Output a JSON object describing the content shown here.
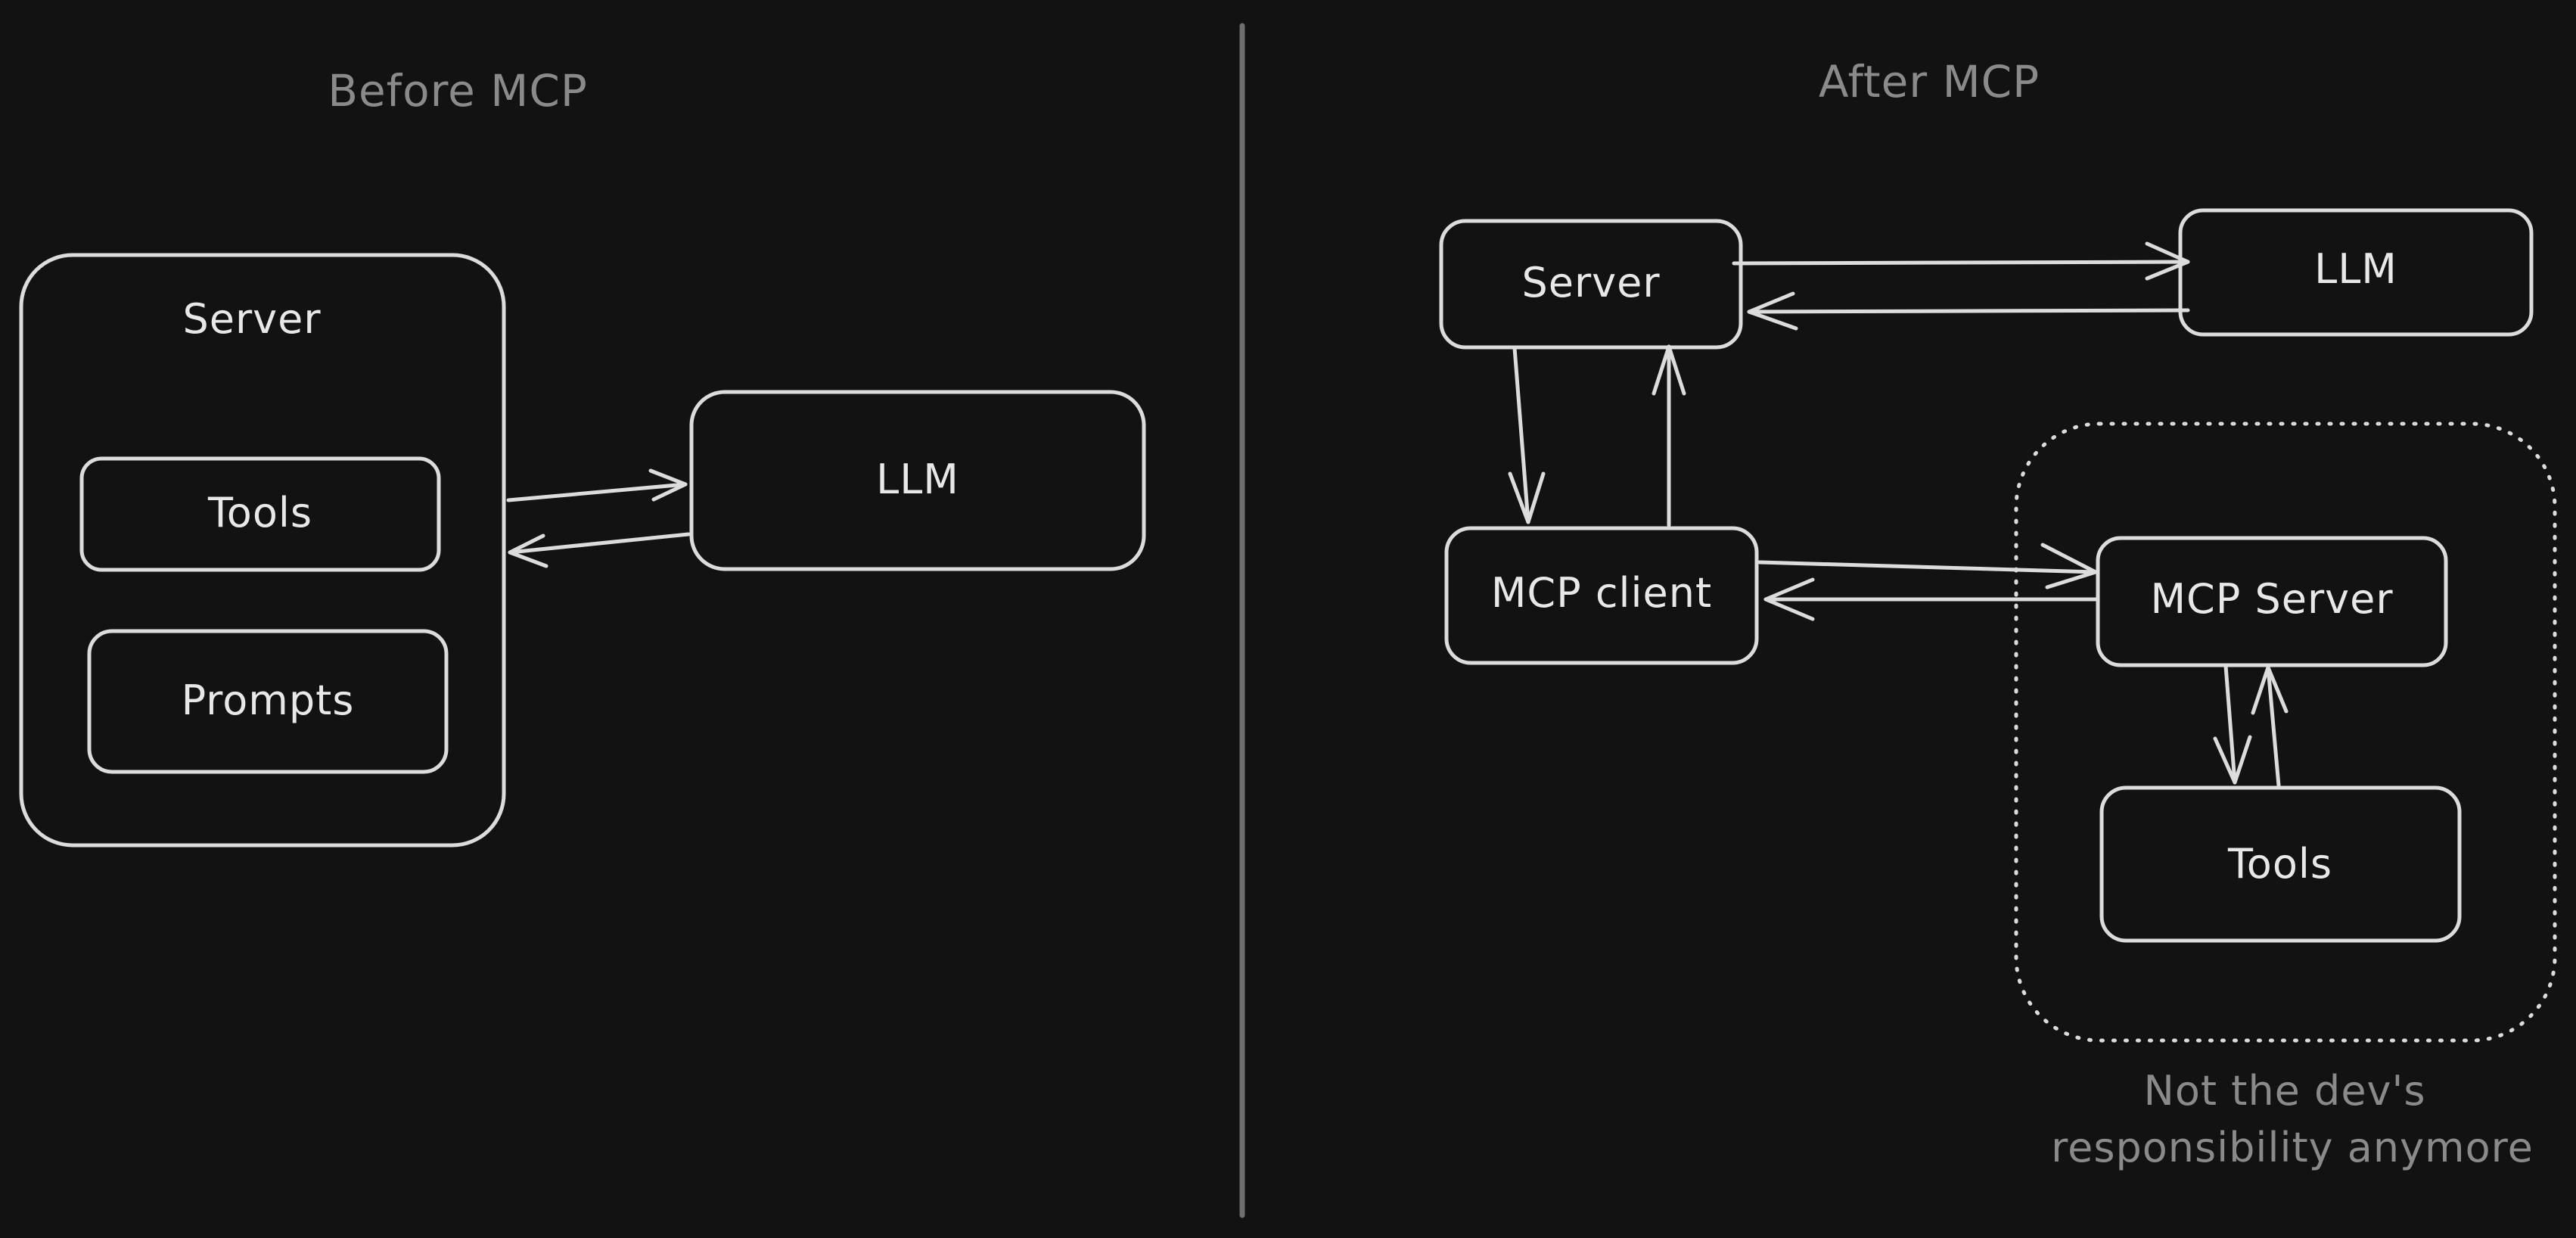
{
  "before": {
    "heading": "Before MCP",
    "server_label": "Server",
    "tools_label": "Tools",
    "prompts_label": "Prompts",
    "llm_label": "LLM"
  },
  "after": {
    "heading": "After MCP",
    "server_label": "Server",
    "llm_label": "LLM",
    "mcp_client_label": "MCP client",
    "mcp_server_label": "MCP Server",
    "tools_label": "Tools",
    "note_line1": "Not the dev's",
    "note_line2": "responsibility anymore"
  },
  "colors": {
    "background": "#121212",
    "stroke": "#dcdcdc",
    "muted_text": "#8a8a8a",
    "divider": "#6f6f6f"
  }
}
